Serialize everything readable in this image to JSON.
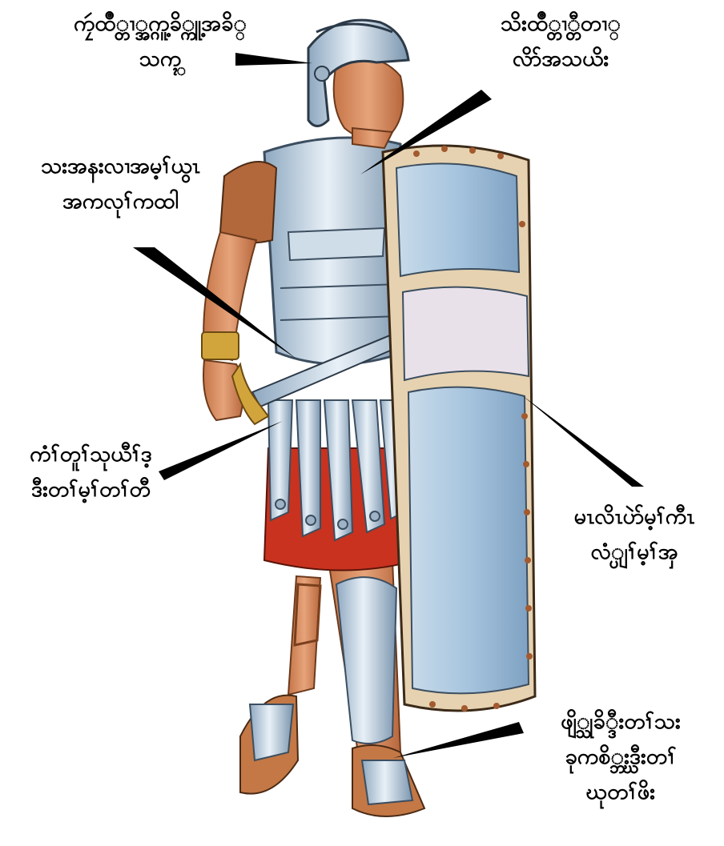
{
  "labels": {
    "helmet": {
      "line1": "ကၠဴထိဳ္တၢ္အ္ဂကူ့ခိ္ကူ့အခိ္",
      "line2": "သက္ၚ္"
    },
    "breastplate": {
      "line1": "သိးထိဳ္တၢ္တီတၢ္",
      "line2": "လိာ်အသယိး"
    },
    "belt": {
      "line1": "သးအနးလၢအမ့ၢ်ယွၤ",
      "line2": "အကလုၢ်ကထါ"
    },
    "skirt": {
      "line1": "ကံၢ်တူၢ်သုယီၢ်ဒ့",
      "line2": "ဒီးတၢ်မ့ၢ်တၢ်တီ"
    },
    "shield": {
      "line1": "မၤလိၤပဲာ်မ့ၢ်ကီၤ",
      "line2": "လံ္ပျၢ်မ့ၢ်အှ"
    },
    "sandals": {
      "line1": "ဖျိ္သုခိ္ဒီးတၢ်သး",
      "line2": "ခုကစိ္ဘ္ဃးဒီးတၢ်",
      "line3": "ဃုတၢ်ဖိး"
    }
  },
  "colors": {
    "armor": "#b9cfe0",
    "armor_dark": "#7f9bb5",
    "shield": "#a8c8e6",
    "shield_rim": "#e6d2b0",
    "tunic": "#c8321f",
    "skin": "#d88a5c",
    "leather": "#b2683b",
    "gold": "#d2a53c",
    "pointer": "#000000"
  }
}
